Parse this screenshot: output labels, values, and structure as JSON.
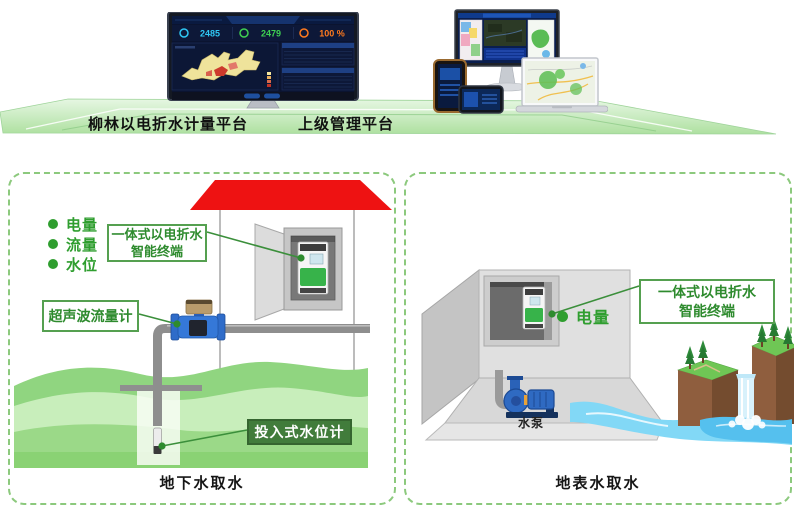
{
  "colors": {
    "accent_green": "#2e8b2e",
    "box_border_green": "#55a050",
    "panel_dash_green": "#8cc97d",
    "roof_red": "#ee1212",
    "dark_green_box": "#417c3b",
    "stat_cyan": "#2fc8f5",
    "stat_green": "#3ed052",
    "stat_orange": "#ff7a1e",
    "water_blue": "#82d8f6",
    "pump_blue": "#2f6ac2"
  },
  "top": {
    "left_platform_label": "柳林以电折水计量平台",
    "right_platform_label": "上级管理平台",
    "left_monitor_stats": {
      "value_left": "2485",
      "value_mid": "2479",
      "value_right": "100 %"
    }
  },
  "left_panel": {
    "caption": "地下水取水",
    "metrics": [
      "电量",
      "流量",
      "水位"
    ],
    "terminal_line1": "一体式以电折水",
    "terminal_line2": "智能终端",
    "flowmeter_label": "超声波流量计",
    "level_gauge_label": "投入式水位计"
  },
  "right_panel": {
    "caption": "地表水取水",
    "metric": "电量",
    "terminal_line1": "一体式以电折水",
    "terminal_line2": "智能终端",
    "pump_label": "水泵"
  }
}
